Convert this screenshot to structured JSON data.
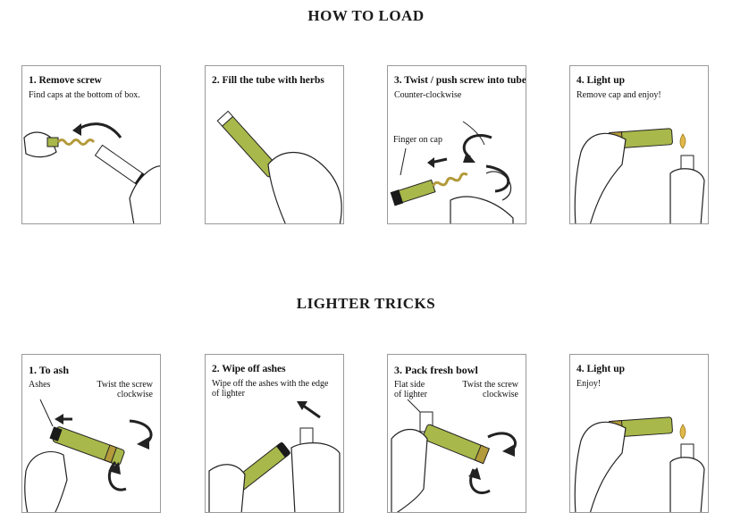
{
  "load": {
    "title": "HOW TO LOAD",
    "panels": [
      {
        "heading": "1. Remove screw",
        "sub": "Find caps at the bottom of box."
      },
      {
        "heading": "2. Fill the tube with herbs",
        "sub": ""
      },
      {
        "heading": "3. Twist / push screw into tube",
        "sub": "Counter-clockwise",
        "label": "Finger on cap"
      },
      {
        "heading": "4. Light up",
        "sub": "Remove cap and enjoy!"
      }
    ]
  },
  "tricks": {
    "title": "LIGHTER TRICKS",
    "panels": [
      {
        "heading": "1. To ash",
        "left_label": "Ashes",
        "right_label_1": "Twist the screw",
        "right_label_2": "clockwise"
      },
      {
        "heading": "2. Wipe off ashes",
        "sub_1": "Wipe off the ashes with the edge",
        "sub_2": "of lighter"
      },
      {
        "heading": "3. Pack fresh bowl",
        "left_label_1": "Flat side",
        "left_label_2": "of lighter",
        "right_label_1": "Twist the screw",
        "right_label_2": "clockwise"
      },
      {
        "heading": "4. Light up",
        "sub": "Enjoy!"
      }
    ]
  },
  "colors": {
    "tube": "#a9b84a",
    "cap": "#1a1a1a",
    "screw": "#b39a3a",
    "line": "#222222",
    "border": "#9a9a9a"
  }
}
